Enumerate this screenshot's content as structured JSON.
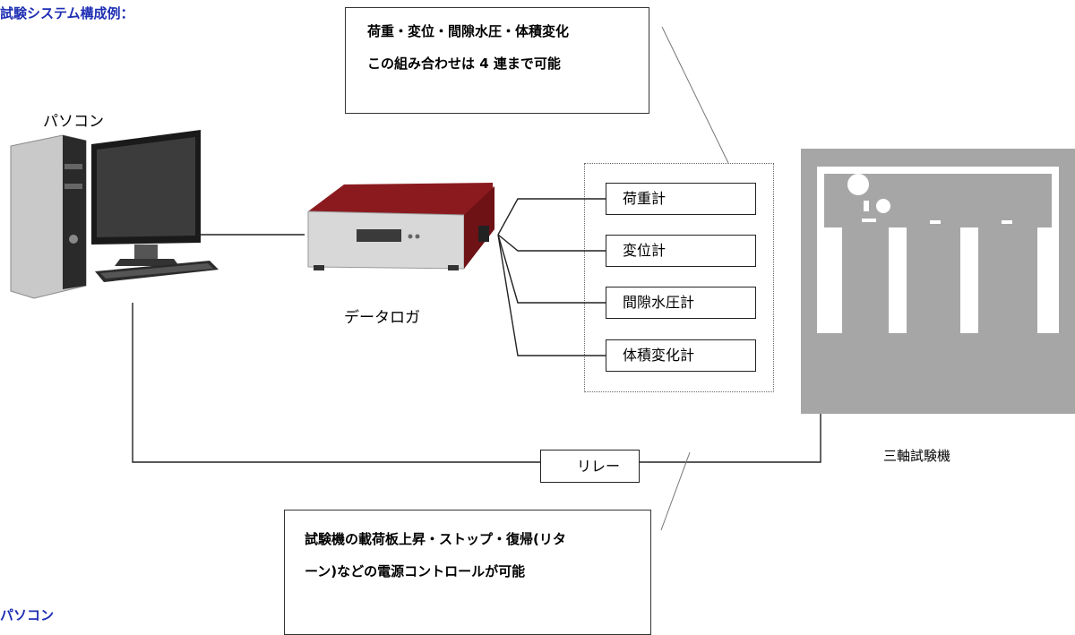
{
  "heading": "試験システム構成例：",
  "footer_heading": "パソコン",
  "note_top": {
    "line1": "荷重・変位・間隙水圧・体積変化",
    "line2": "この組み合わせは 4 連まで可能"
  },
  "note_bottom": {
    "line1": "試験機の載荷板上昇・ストップ・復帰(リタ",
    "line2": "ーン)などの電源コントロールが可能"
  },
  "pc_label": "パソコン",
  "logger_label": "データロガ",
  "machine_label": "三軸試験機",
  "relay_label": "リレー",
  "sensors": [
    "荷重計",
    "変位計",
    "間隙水圧計",
    "体積変化計"
  ],
  "colors": {
    "heading": "#1f2fb4",
    "logger_body": "#8b1a1f",
    "machine_gray": "#a6a6a6"
  }
}
